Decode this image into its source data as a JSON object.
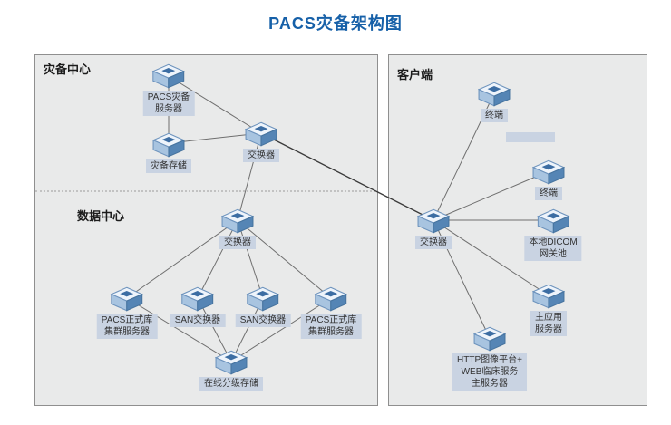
{
  "title": "PACS灾备架构图",
  "colors": {
    "accent": "#1660a8",
    "panel_bg": "#e9eaea",
    "panel_border": "#8f8f8f",
    "node_label_bg": "#c9d3e2",
    "icon_blue": "#5585b5",
    "line": "#6f6f6f"
  },
  "panels": {
    "left_top": {
      "label": "灾备中心"
    },
    "left_bottom": {
      "label": "数据中心"
    },
    "right": {
      "label": "客户端"
    }
  },
  "nodes": {
    "pacs_dr_server": {
      "label": "PACS灾备\n服务器"
    },
    "dr_storage": {
      "label": "灾备存储"
    },
    "dr_switch": {
      "label": "交换器"
    },
    "dc_switch": {
      "label": "交换器"
    },
    "pacs_prod_left": {
      "label": "PACS正式库\n集群服务器"
    },
    "san_switch_left": {
      "label": "SAN交换器"
    },
    "san_switch_right": {
      "label": "SAN交换器"
    },
    "pacs_prod_right": {
      "label": "PACS正式库\n集群服务器"
    },
    "online_storage": {
      "label": "在线分级存储"
    },
    "terminal_1": {
      "label": "终端"
    },
    "terminal_2": {
      "label": "终端"
    },
    "client_switch": {
      "label": "交换器"
    },
    "dicom_gateway": {
      "label": "本地DICOM\n网关池"
    },
    "main_app_server": {
      "label": "主应用\n服务器"
    },
    "http_web_server": {
      "label": "HTTP图像平台+\nWEB临床服务\n主服务器"
    }
  }
}
